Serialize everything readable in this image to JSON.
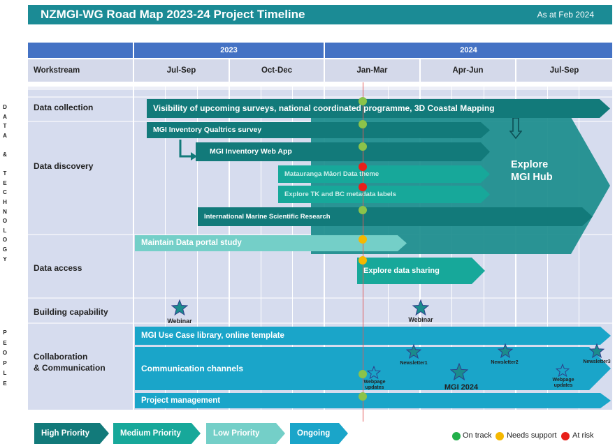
{
  "title": "NZMGI-WG Road Map 2023-24 Project Timeline",
  "date_label": "As at Feb 2024",
  "years": [
    "2023",
    "2024"
  ],
  "header": {
    "workstream": "Workstream",
    "quarters": [
      "Jul-Sep",
      "Oct-Dec",
      "Jan-Mar",
      "Apr-Jun",
      "Jul-Sep"
    ]
  },
  "side_labels": {
    "data_tech": [
      "D",
      "A",
      "T",
      "A",
      "",
      "&",
      "",
      "T",
      "E",
      "C",
      "H",
      "N",
      "O",
      "L",
      "O",
      "G",
      "Y"
    ],
    "people": [
      "P",
      "E",
      "O",
      "P",
      "L",
      "E"
    ]
  },
  "rows": {
    "data_collection": "Data collection",
    "data_discovery": "Data discovery",
    "data_access": "Data access",
    "building_capability": "Building capability",
    "collaboration": "Collaboration\n& Communication"
  },
  "bars": {
    "visibility": "Visibility of upcoming surveys, national coordinated programme, 3D Coastal Mapping",
    "qualtrics": "MGI Inventory Qualtrics survey",
    "webapp": "MGI Inventory Web App",
    "matauranga": "Matauranga Māori Data theme",
    "tk_bc": "Explore TK and BC metadata labels",
    "imsr": "International Marine Scientific Research",
    "explore_hub": "Explore\nMGI Hub",
    "portal_study": "Maintain Data portal study",
    "data_sharing": "Explore data sharing",
    "use_case": "MGI Use Case library, online template",
    "comm_channels": "Communication channels",
    "project_mgmt": "Project management"
  },
  "stars": {
    "webinar1": "Webinar",
    "webinar2": "Webinar",
    "newsletter1": "Newsletter1",
    "newsletter2": "Newsletter2",
    "newsletter3": "Newsletter3",
    "webpage1": "Webpage\nupdates",
    "webpage2": "Webpage\nupdates",
    "mgi2024": "MGI 2024"
  },
  "legend": {
    "high": "High Priority",
    "medium": "Medium Priority",
    "low": "Low Priority",
    "ongoing": "Ongoing",
    "on_track": "On track",
    "needs_support": "Needs support",
    "at_risk": "At risk"
  },
  "colors": {
    "high": "#127a7a",
    "medium": "#17a89a",
    "low": "#74cfc8",
    "ongoing": "#1aa5c9",
    "green": "#8bc34a",
    "amber": "#f5b800",
    "red": "#e8201a",
    "star": "#1a8c8c"
  }
}
